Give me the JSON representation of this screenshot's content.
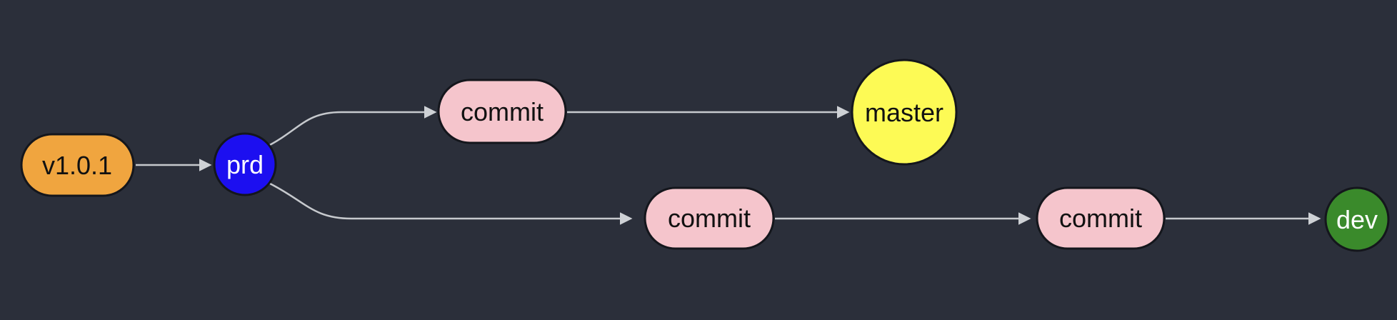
{
  "canvas": {
    "background": "#2b2f3a",
    "edge_color": "#c6c9cd",
    "arrowhead_color": "#ced1d5",
    "node_border_color": "#14161c"
  },
  "nodes": {
    "tag": {
      "label": "v1.0.1",
      "shape": "pill",
      "fill": "#f0a53f",
      "text_color": "#111111"
    },
    "prd": {
      "label": "prd",
      "shape": "circle",
      "fill": "#1c0ff0",
      "text_color": "#ffffff"
    },
    "commit_master": {
      "label": "commit",
      "shape": "pill",
      "fill": "#f5c5cc",
      "text_color": "#111111"
    },
    "master": {
      "label": "master",
      "shape": "circle",
      "fill": "#fdfa55",
      "text_color": "#111111"
    },
    "commit_dev_1": {
      "label": "commit",
      "shape": "pill",
      "fill": "#f5c5cc",
      "text_color": "#111111"
    },
    "commit_dev_2": {
      "label": "commit",
      "shape": "pill",
      "fill": "#f5c5cc",
      "text_color": "#111111"
    },
    "dev": {
      "label": "dev",
      "shape": "circle",
      "fill": "#3a8a2b",
      "text_color": "#ffffff"
    }
  },
  "edges": [
    {
      "from": "tag",
      "to": "prd"
    },
    {
      "from": "prd",
      "to": "commit_master"
    },
    {
      "from": "commit_master",
      "to": "master"
    },
    {
      "from": "prd",
      "to": "commit_dev_1"
    },
    {
      "from": "commit_dev_1",
      "to": "commit_dev_2"
    },
    {
      "from": "commit_dev_2",
      "to": "dev"
    }
  ]
}
